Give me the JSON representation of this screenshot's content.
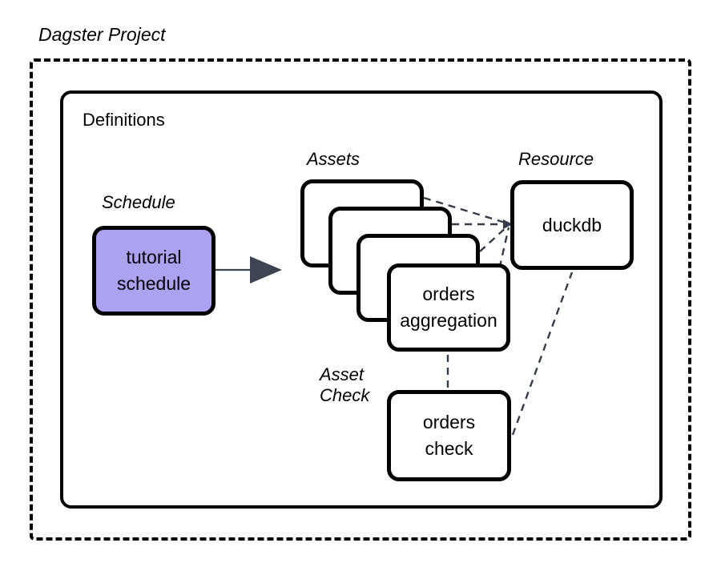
{
  "diagram": {
    "title": "Dagster Project",
    "container_label": "Definitions",
    "groups": {
      "schedule_label": "Schedule",
      "assets_label": "Assets",
      "resource_label": "Resource",
      "asset_check_label_line1": "Asset",
      "asset_check_label_line2": "Check"
    },
    "nodes": {
      "schedule": {
        "line1": "tutorial",
        "line2": "schedule",
        "fill": "#aba3f2"
      },
      "asset_front": {
        "line1": "orders",
        "line2": "aggregation",
        "fill": "#ffffff"
      },
      "asset_stack_count": 4,
      "resource": {
        "line1": "duckdb",
        "fill": "#ffffff"
      },
      "asset_check": {
        "line1": "orders",
        "line2": "check",
        "fill": "#ffffff"
      }
    },
    "colors": {
      "stroke": "#000000",
      "edge_dashed": "#343c4a",
      "arrow_fill": "#3d4552",
      "schedule_fill": "#aba3f2",
      "background": "#ffffff"
    }
  }
}
